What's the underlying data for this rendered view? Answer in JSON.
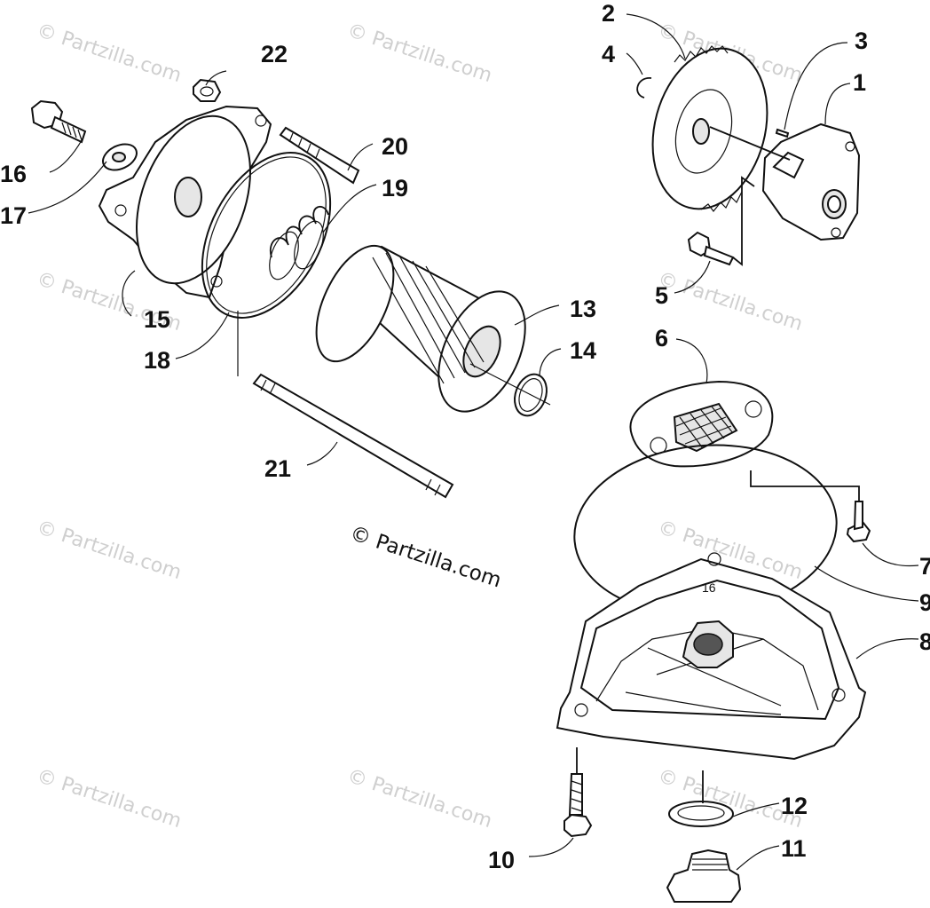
{
  "watermark_text": "© Partzilla.com",
  "center_credit": "© Partzilla.com",
  "callouts": {
    "c1": "1",
    "c2": "2",
    "c3": "3",
    "c4": "4",
    "c5": "5",
    "c6": "6",
    "c7": "7",
    "c8": "8",
    "c9": "9",
    "c10": "10",
    "c11": "11",
    "c12": "12",
    "c13": "13",
    "c14": "14",
    "c15": "15",
    "c16": "16",
    "c17": "17",
    "c18": "18",
    "c19": "19",
    "c20": "20",
    "c21": "21",
    "c22": "22"
  },
  "casting_mark": "16"
}
